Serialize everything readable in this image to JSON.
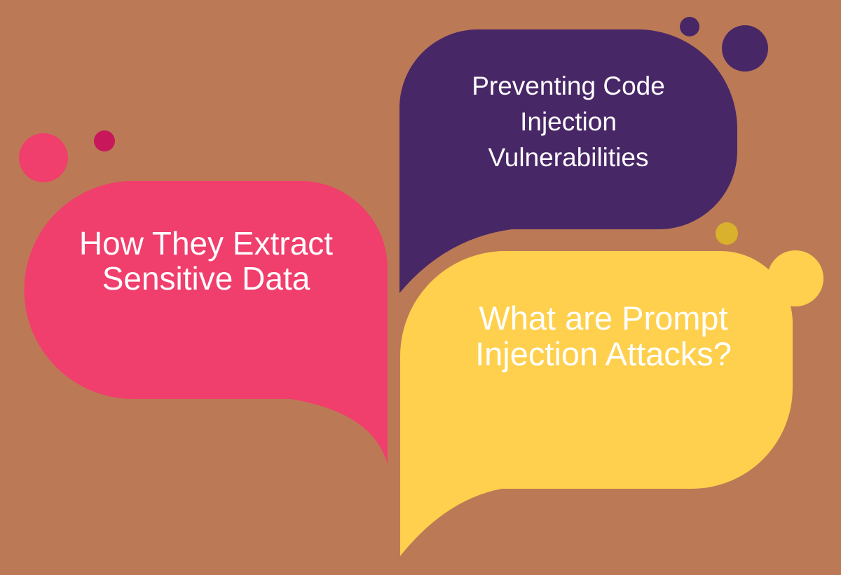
{
  "colors": {
    "background": "#bb7a55",
    "bubble_pink": "#f03e6d",
    "accent_dark_pink": "#c9175c",
    "bubble_purple": "#482767",
    "bubble_yellow": "#fed04d",
    "accent_dark_yellow": "#d9b12d",
    "text": "#ffffff"
  },
  "bubbles": {
    "pink": {
      "lines": [
        "How They Extract",
        "Sensitive Data"
      ]
    },
    "purple": {
      "lines": [
        "Preventing Code",
        "Injection",
        "Vulnerabilities"
      ]
    },
    "yellow": {
      "lines": [
        "What are Prompt",
        "Injection Attacks?"
      ]
    }
  }
}
